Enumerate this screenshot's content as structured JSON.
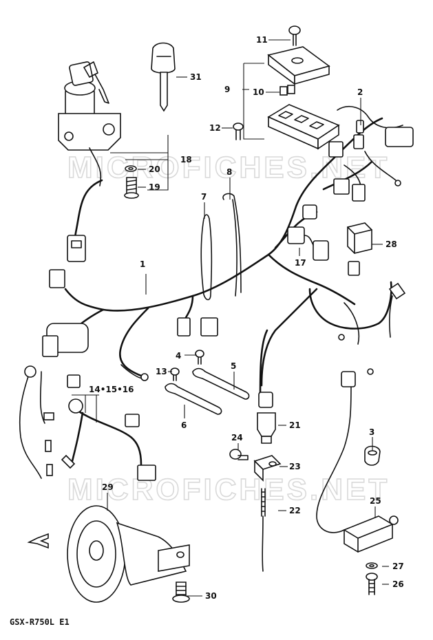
{
  "diagram": {
    "model_label": "GSX-R750L  E1",
    "watermarks": [
      "MICROFICHES.NET",
      "MICROFICHES.NET"
    ],
    "callouts": [
      {
        "id": "c1",
        "text": "1"
      },
      {
        "id": "c2",
        "text": "2"
      },
      {
        "id": "c3",
        "text": "3"
      },
      {
        "id": "c4",
        "text": "4"
      },
      {
        "id": "c5",
        "text": "5"
      },
      {
        "id": "c6",
        "text": "6"
      },
      {
        "id": "c7",
        "text": "7"
      },
      {
        "id": "c8",
        "text": "8"
      },
      {
        "id": "c9",
        "text": "9"
      },
      {
        "id": "c10",
        "text": "10"
      },
      {
        "id": "c11",
        "text": "11"
      },
      {
        "id": "c12",
        "text": "12"
      },
      {
        "id": "c13",
        "text": "13"
      },
      {
        "id": "c141516",
        "text": "14•15•16"
      },
      {
        "id": "c17",
        "text": "17"
      },
      {
        "id": "c18",
        "text": "18"
      },
      {
        "id": "c19",
        "text": "19"
      },
      {
        "id": "c20",
        "text": "20"
      },
      {
        "id": "c21",
        "text": "21"
      },
      {
        "id": "c22",
        "text": "22"
      },
      {
        "id": "c23",
        "text": "23"
      },
      {
        "id": "c24",
        "text": "24"
      },
      {
        "id": "c25",
        "text": "25"
      },
      {
        "id": "c26",
        "text": "26"
      },
      {
        "id": "c27",
        "text": "27"
      },
      {
        "id": "c28",
        "text": "28"
      },
      {
        "id": "c29",
        "text": "29"
      },
      {
        "id": "c30",
        "text": "30"
      },
      {
        "id": "c31",
        "text": "31"
      }
    ]
  }
}
